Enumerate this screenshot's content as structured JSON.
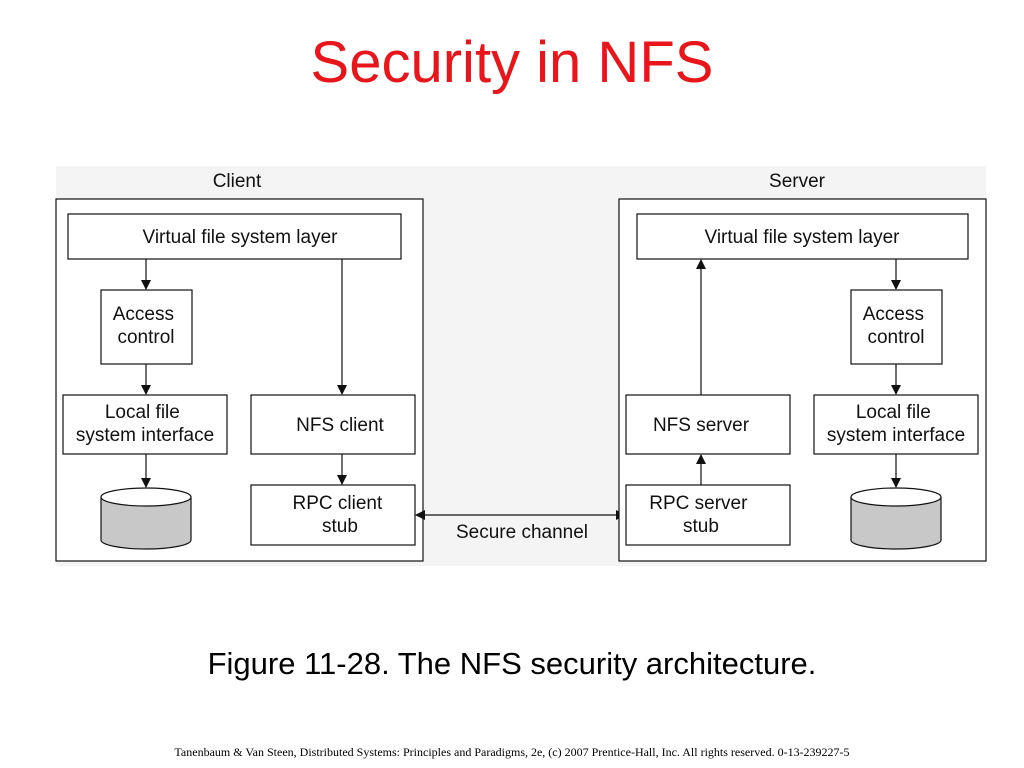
{
  "slide": {
    "title": "Security in NFS",
    "caption": "Figure 11-28. The NFS security architecture.",
    "footer": "Tanenbaum & Van Steen, Distributed Systems: Principles and Paradigms, 2e, (c) 2007 Prentice-Hall, Inc. All rights reserved. 0-13-239227-5",
    "title_color": "#e8161b"
  },
  "diagram": {
    "client": {
      "label": "Client",
      "vfs": "Virtual file system layer",
      "access_control": [
        "Access",
        "control"
      ],
      "local_fs": [
        "Local file",
        "system interface"
      ],
      "nfs_client": "NFS client",
      "rpc_stub": [
        "RPC client",
        "stub"
      ]
    },
    "server": {
      "label": "Server",
      "vfs": "Virtual file system layer",
      "access_control": [
        "Access",
        "control"
      ],
      "local_fs": [
        "Local file",
        "system interface"
      ],
      "nfs_server": "NFS server",
      "rpc_stub": [
        "RPC server",
        "stub"
      ]
    },
    "channel_label": "Secure channel",
    "disk_color": "#c8c8c8"
  }
}
